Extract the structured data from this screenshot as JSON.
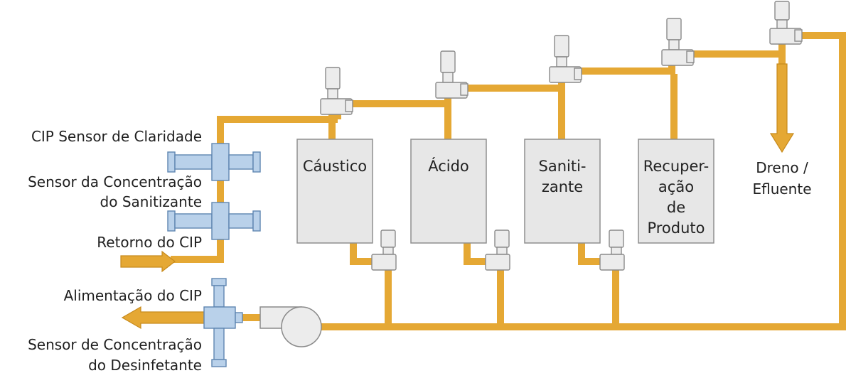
{
  "colors": {
    "pipe": "#e5a834",
    "tank_fill": "#e7e7e7",
    "tank_stroke": "#8f8f8f",
    "valve_fill": "#ececec",
    "sensor_fill": "#b9d1ea",
    "sensor_stroke": "#5f86b1",
    "text": "#1f1f1f"
  },
  "labels": {
    "clarity_sensor": "CIP Sensor de Claridade",
    "sanitizer_sensor_line1": "Sensor da Concentração",
    "sanitizer_sensor_line2": "do Sanitizante",
    "cip_return": "Retorno do CIP",
    "cip_supply": "Alimentação do CIP",
    "disinfectant_sensor_line1": "Sensor de Concentração",
    "disinfectant_sensor_line2": "do Desinfetante",
    "drain_line1": "Dreno /",
    "drain_line2": "Efluente"
  },
  "tanks": [
    {
      "lines": [
        "Cáustico"
      ]
    },
    {
      "lines": [
        "Ácido"
      ]
    },
    {
      "lines": [
        "Saniti-",
        "zante"
      ]
    },
    {
      "lines": [
        "Recuper-",
        "ação",
        "de",
        "Produto"
      ]
    }
  ],
  "icons": [
    "valve-icon",
    "sensor-icon",
    "pump-icon",
    "arrow-icon"
  ]
}
